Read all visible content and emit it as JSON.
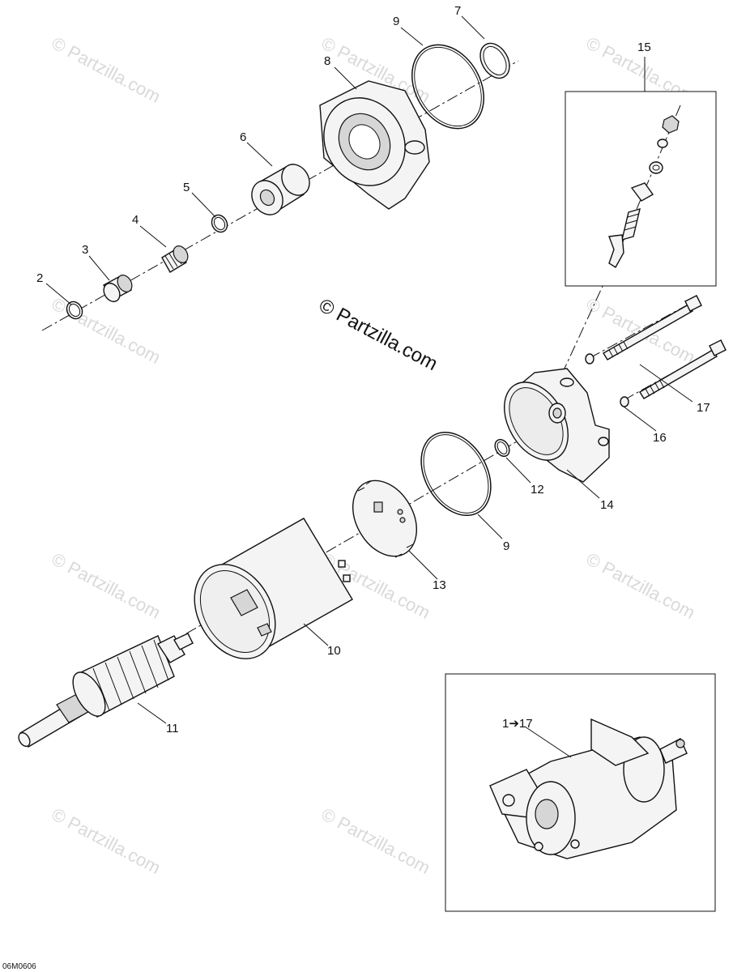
{
  "watermark": "© Partzilla.com",
  "center_copyright": "© Partzilla.com",
  "drawing_code": "06M0606",
  "assembly_ref": "1➔17",
  "callouts": [
    "2",
    "3",
    "4",
    "5",
    "6",
    "7",
    "8",
    "9",
    "9",
    "10",
    "11",
    "12",
    "13",
    "14",
    "15",
    "16",
    "17"
  ]
}
